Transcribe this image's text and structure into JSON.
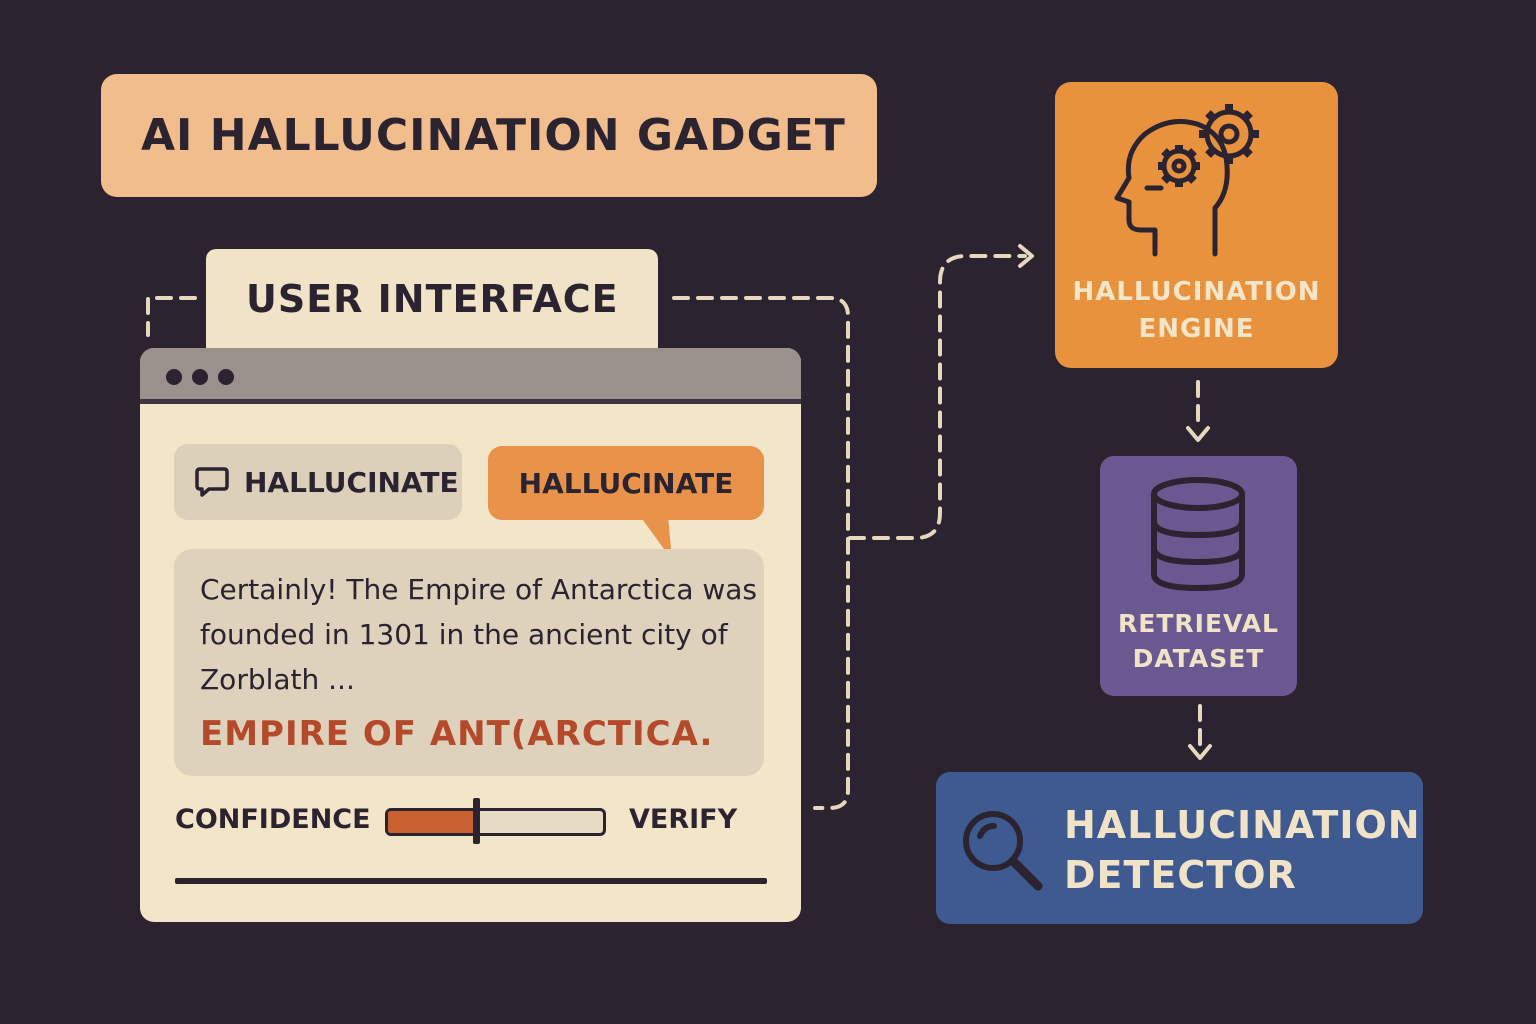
{
  "title": "AI HALLUCINATION GADGET",
  "user_interface": {
    "tab_label": "USER INTERFACE",
    "buttons": {
      "hallucinate_chat": "HALLUCINATE",
      "hallucinate_primary": "HALLUCINATE"
    },
    "response": {
      "text": "Certainly! The Empire of Antarctica was founded in 1301 in the ancient city of Zorblath ...",
      "highlight": "EMPIRE OF ANT(ARCTICA."
    },
    "confidence": {
      "label": "CONFIDENCE",
      "level": 0.4
    },
    "verify_label": "VERIFY"
  },
  "components": {
    "engine": {
      "line1": "HALLUCINATION",
      "line2": "ENGINE",
      "icon": "head-gears-icon"
    },
    "dataset": {
      "line1": "RETRIEVAL",
      "line2": "DATASET",
      "icon": "database-icon"
    },
    "detector": {
      "line1": "HALLUCINATION",
      "line2": "DETECTOR",
      "icon": "magnifier-icon"
    }
  },
  "colors": {
    "background": "#2b2330",
    "title_banner": "#f1bd8c",
    "engine": "#e8923e",
    "dataset": "#6a5990",
    "detector": "#3f5a91",
    "highlight_text": "#b54a2b",
    "confidence_fill": "#c9602f"
  }
}
